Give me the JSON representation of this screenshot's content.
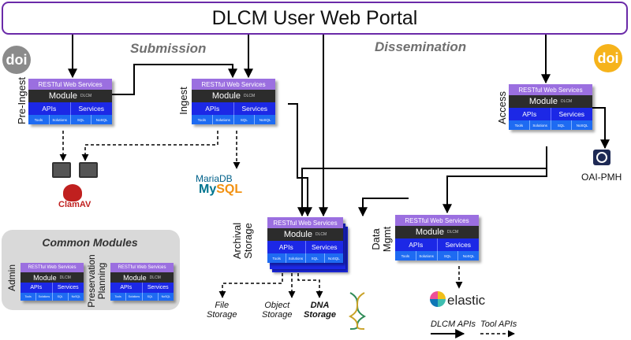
{
  "portal": {
    "title": "DLCM User Web Portal"
  },
  "sections": {
    "submission": "Submission",
    "dissemination": "Dissemination"
  },
  "doi_badges": [
    {
      "label": "doi",
      "color": "#8b8b8b"
    },
    {
      "label": "doi",
      "color": "#f6b31b"
    }
  ],
  "module_parts": {
    "rws": "RESTful Web Services",
    "module": "Module",
    "dlcm_mark": "DLCM",
    "apis": "APIs",
    "services": "Services",
    "tools": "Tools",
    "solutions": "Solutions",
    "sql": "SQL",
    "nosql": "NoSQL"
  },
  "modules": {
    "pre_ingest": "Pre-Ingest",
    "ingest": "Ingest",
    "access": "Access",
    "archival_storage": [
      "Archival",
      "Storage"
    ],
    "data_mgmt": [
      "Data",
      "Mgmt"
    ],
    "admin": "Admin",
    "preservation_planning": [
      "Preservation",
      "Planning"
    ]
  },
  "common_modules": {
    "title": "Common Modules"
  },
  "tools": {
    "clamav": "ClamAV",
    "mariadb": "MariaDB",
    "mysql_prefix": "My",
    "mysql_suffix": "SQL",
    "oai_pmh": "OAI-PMH",
    "elastic": "elastic"
  },
  "storage": {
    "file": [
      "File",
      "Storage"
    ],
    "object": [
      "Object",
      "Storage"
    ],
    "dna": [
      "DNA",
      "Storage"
    ]
  },
  "legend": {
    "dlcm_apis": "DLCM APIs",
    "tool_apis": "Tool APIs"
  },
  "colors": {
    "portal_border": "#6a2aa8",
    "rws": "#9b6fe0",
    "module_bar": "#2c2c2c",
    "apis_bar": "#1c28e6",
    "tools_bar": "#1e6bf2"
  }
}
